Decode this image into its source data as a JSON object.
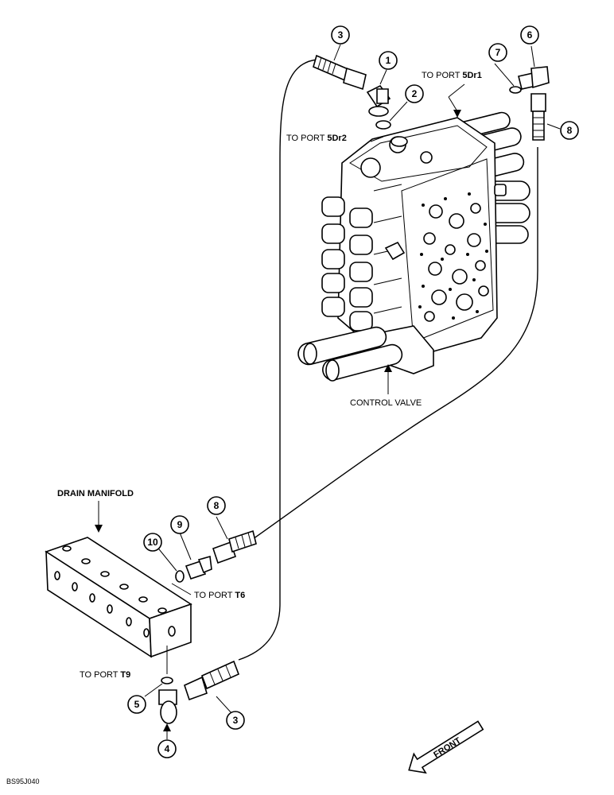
{
  "labels": {
    "to_port_5dr1_prefix": "TO PORT ",
    "to_port_5dr1_code": "5Dr1",
    "to_port_5dr2_prefix": "TO PORT ",
    "to_port_5dr2_code": "5Dr2",
    "control_valve": "CONTROL VALVE",
    "drain_manifold": "DRAIN MANIFOLD",
    "to_port_t6_prefix": "TO PORT ",
    "to_port_t6_code": "T6",
    "to_port_t9_prefix": "TO PORT ",
    "to_port_t9_code": "T9",
    "front": "FRONT",
    "figure_code": "BS95J040"
  },
  "callouts": {
    "c1": "1",
    "c2": "2",
    "c3a": "3",
    "c3b": "3",
    "c4": "4",
    "c5": "5",
    "c6": "6",
    "c7": "7",
    "c8a": "8",
    "c8b": "8",
    "c9": "9",
    "c10": "10"
  }
}
